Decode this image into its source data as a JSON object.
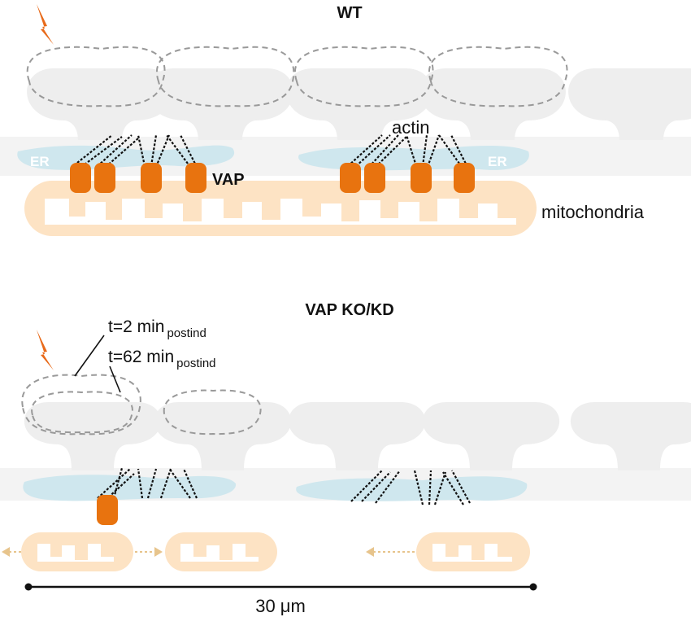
{
  "panels": {
    "wt": {
      "title": "WT"
    },
    "ko": {
      "title": "VAP KO/KD"
    }
  },
  "labels": {
    "er": "ER",
    "vap": "VAP",
    "actin": "actin",
    "mitochondria": "mitochondria",
    "time1": "t=2 min",
    "time1_sub": "postind",
    "time2": "t=62 min",
    "time2_sub": "postind",
    "scale": "30 μm"
  },
  "colors": {
    "spine": "#eeeeee",
    "dendrite": "#f3f3f3",
    "er": "#cfe7ee",
    "er_text": "#ffffff",
    "mito_fill": "#fde3c4",
    "mito_inner": "#ffffff",
    "vap": "#e8730f",
    "actin": "#111111",
    "dashed": "#999999",
    "bolt": "#e86a1a",
    "arrow": "#e7c48c"
  },
  "icons": {
    "stimulation": "lightning-bolt-icon"
  }
}
